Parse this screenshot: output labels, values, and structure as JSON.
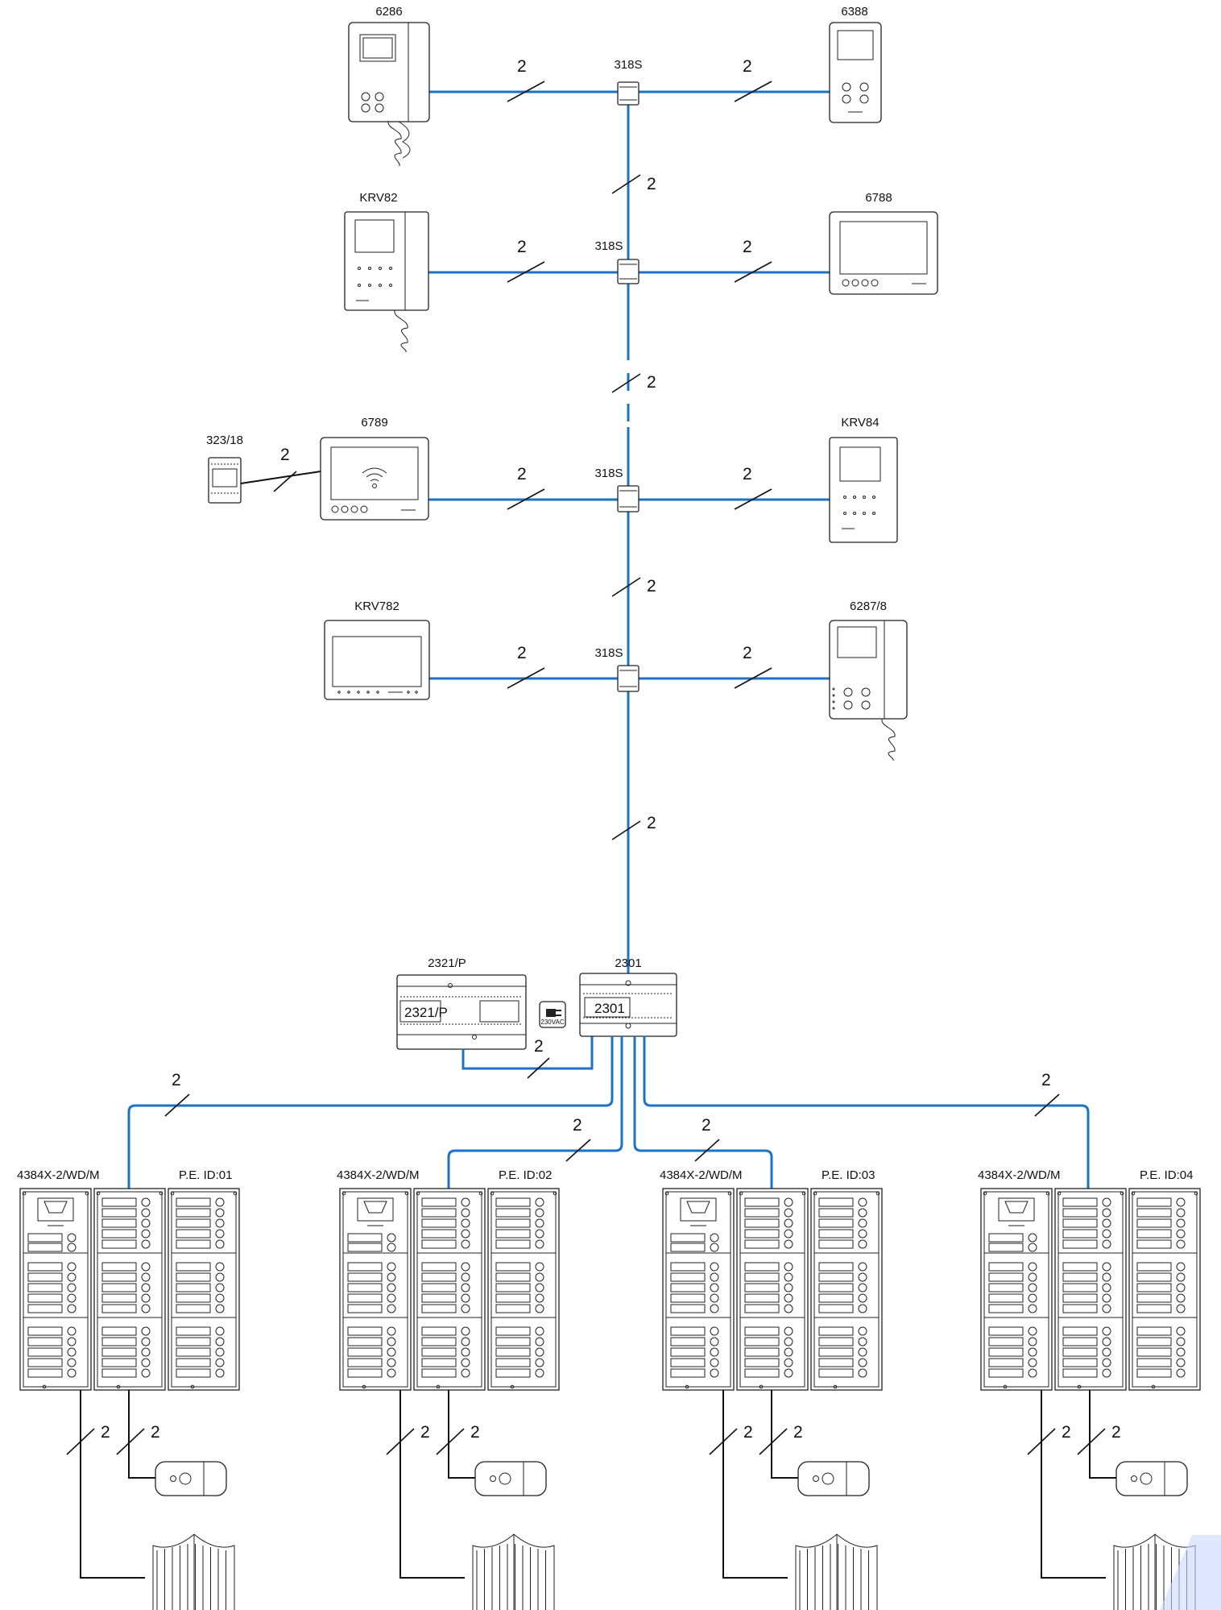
{
  "colors": {
    "bus": "#1a73c6",
    "wire": "#111111",
    "device_stroke": "#222222",
    "watermark": "#c9d9ff"
  },
  "icons": {
    "power": "power-plug-icon",
    "wifi": "wifi-icon",
    "camera": "camera-icon",
    "gate": "gate-icon"
  },
  "wire_count": "2",
  "devices": {
    "monitor_6286": "6286",
    "monitor_6388": "6388",
    "monitor_krv82": "KRV82",
    "monitor_6788": "6788",
    "monitor_6789": "6789",
    "monitor_krv84": "KRV84",
    "monitor_krv782": "KRV782",
    "monitor_6287_8": "6287/8",
    "relay_323_18": "323/18",
    "distributor": "318S",
    "power_2321p": "2321/P",
    "controller_2301": "2301",
    "mains": "230VAC"
  },
  "panels": [
    {
      "model": "4384X-2/WD/M",
      "id": "P.E. ID:01"
    },
    {
      "model": "4384X-2/WD/M",
      "id": "P.E. ID:02"
    },
    {
      "model": "4384X-2/WD/M",
      "id": "P.E. ID:03"
    },
    {
      "model": "4384X-2/WD/M",
      "id": "P.E. ID:04"
    }
  ]
}
